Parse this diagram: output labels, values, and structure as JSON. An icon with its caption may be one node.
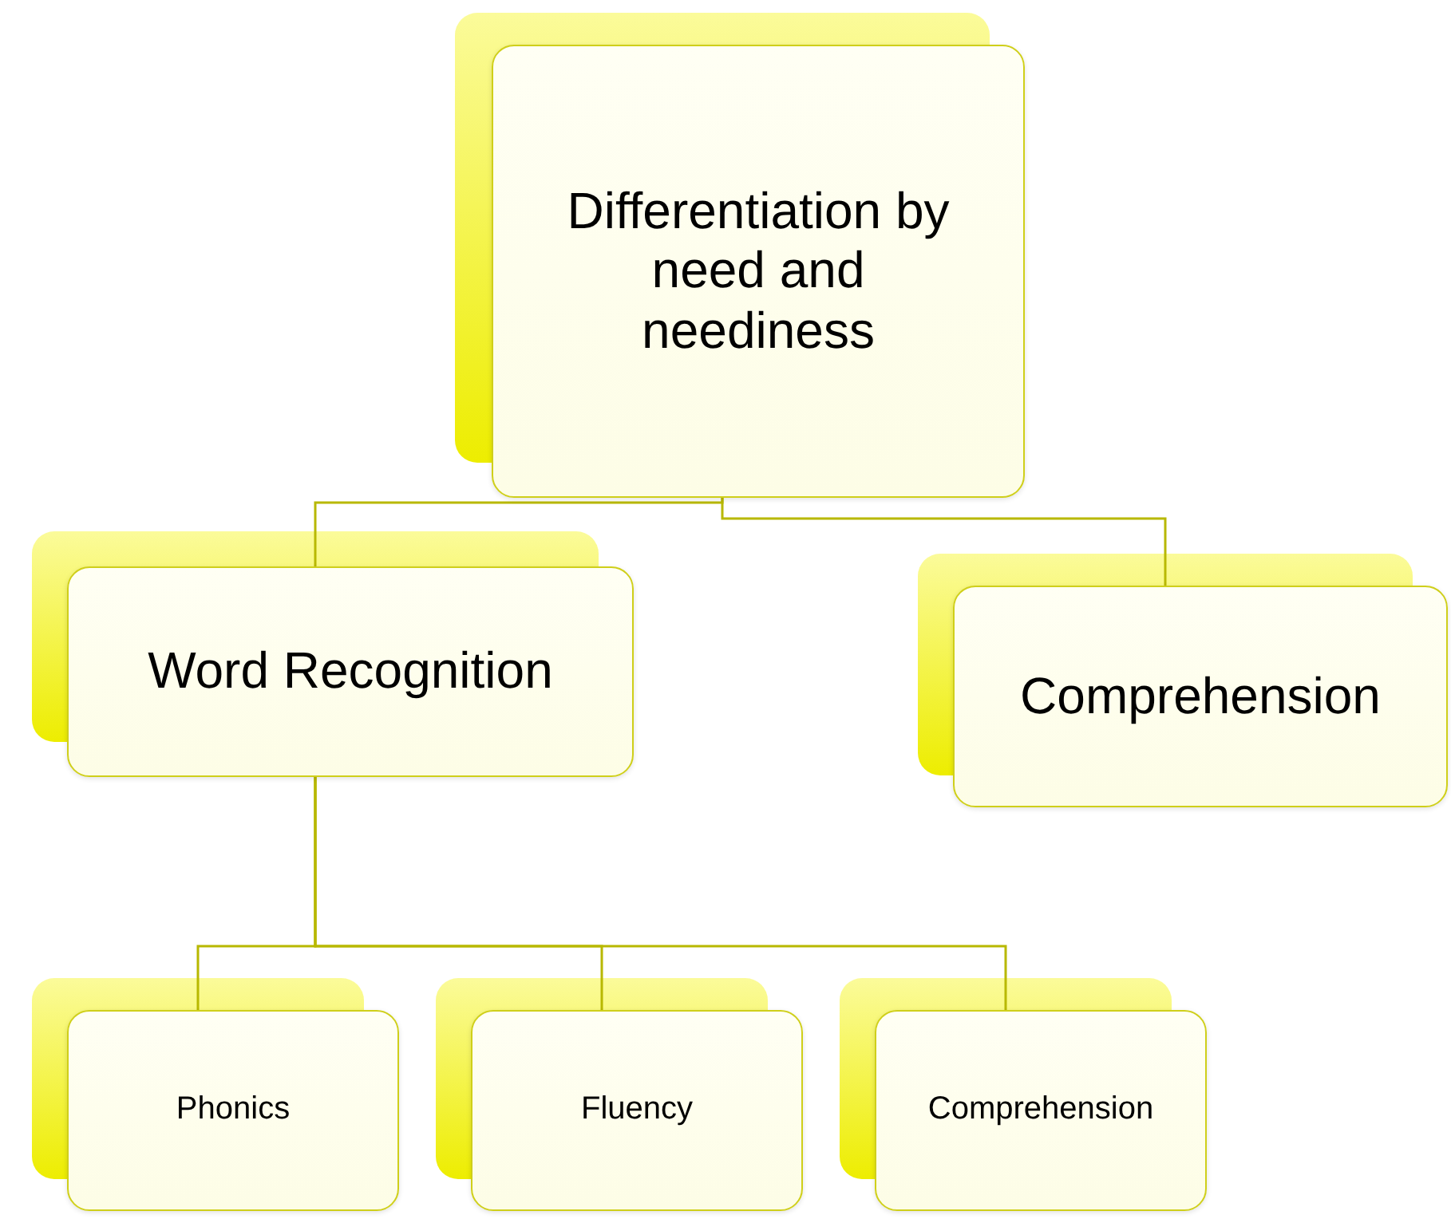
{
  "diagram": {
    "nodes": [
      {
        "text": [
          "Differentiation by need and neediness"
        ]
      },
      {
        "text": [
          "Word Recognition"
        ]
      },
      {
        "text": [
          "Comprehension"
        ]
      },
      {
        "text": [
          "Phonics"
        ]
      },
      {
        "text": [
          "Fluency"
        ]
      },
      {
        "text": [
          "Comprehension"
        ]
      }
    ],
    "edges": [
      {
        "from": 0,
        "to": 1,
        "arrow": "none"
      },
      {
        "from": 0,
        "to": 2,
        "arrow": "none"
      },
      {
        "from": 1,
        "to": 3,
        "arrow": "none"
      },
      {
        "from": 1,
        "to": 4,
        "arrow": "none"
      },
      {
        "from": 1,
        "to": 5,
        "arrow": "none"
      }
    ]
  }
}
